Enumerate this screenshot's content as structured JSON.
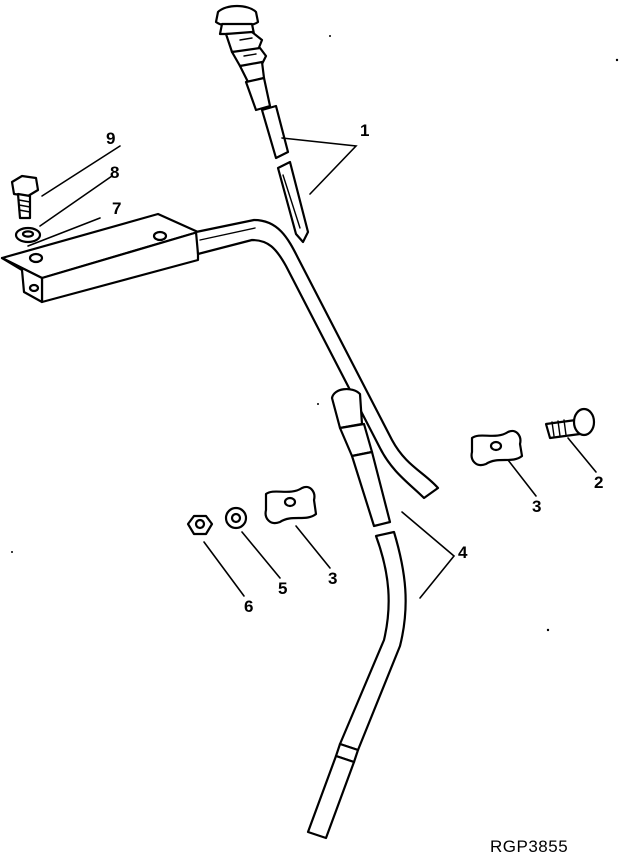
{
  "figure": {
    "reference_code": "RGP3855",
    "callouts": [
      "1",
      "2",
      "3",
      "3",
      "4",
      "5",
      "6",
      "7",
      "8",
      "9"
    ]
  }
}
